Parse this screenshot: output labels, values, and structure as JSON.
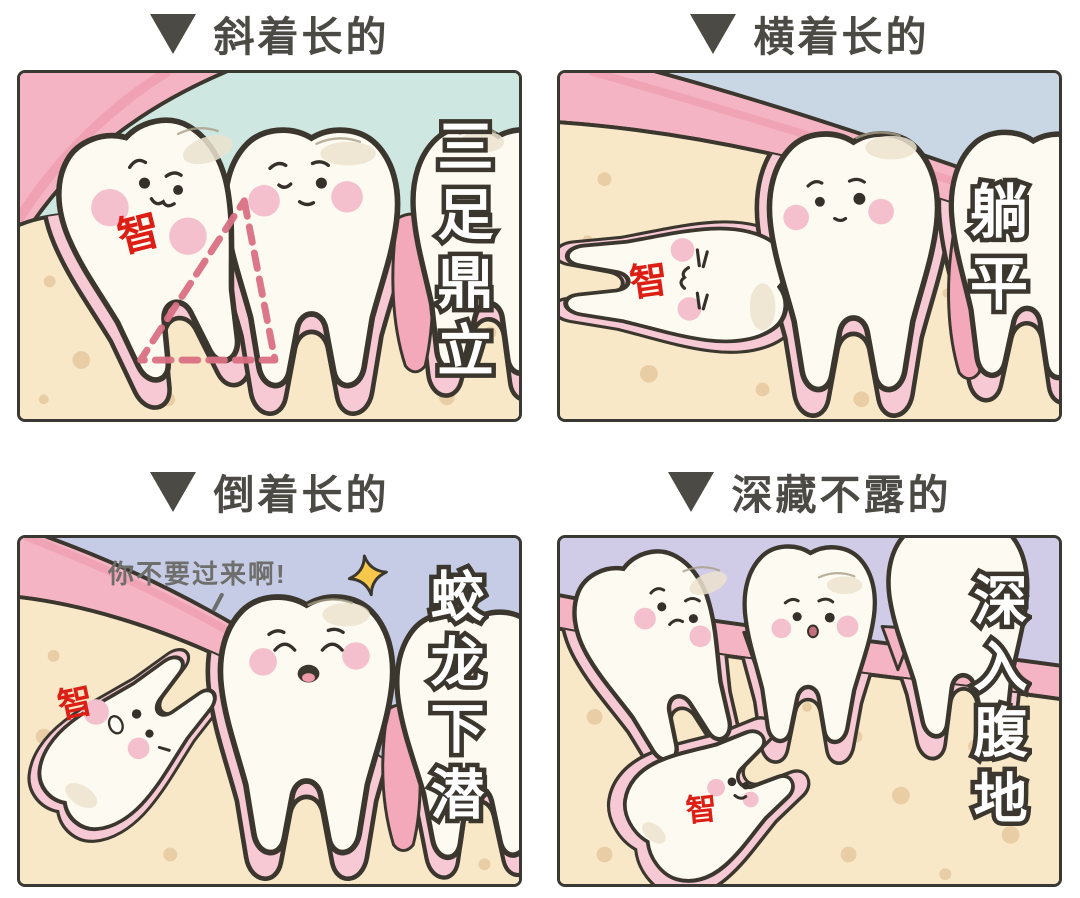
{
  "panels": [
    {
      "id": "slanted",
      "title": "斜着长的",
      "caption": "三足鼎立",
      "wisdom_label": "智",
      "sky": "#cfe7e1"
    },
    {
      "id": "horizontal",
      "title": "横着长的",
      "caption": "躺平",
      "wisdom_label": "智",
      "sky": "#c9d7e5"
    },
    {
      "id": "inverted",
      "title": "倒着长的",
      "caption": "蛟龙下潜",
      "wisdom_label": "智",
      "speech": "你不要过来啊!",
      "sky": "#c6cce5"
    },
    {
      "id": "hidden",
      "title": "深藏不露的",
      "caption": "深入腹地",
      "wisdom_label": "智",
      "sky": "#d0cbe6"
    }
  ],
  "colors": {
    "title_text": "#4b4a45",
    "outline": "#3b372e",
    "tooth": "#fdfaf1",
    "gum_pink": "#f5b4c3",
    "gum_stripe": "#ef9fb2",
    "socket_pink": "#f7c9d4",
    "bone": "#f8e8c7",
    "bone_dot": "#e9cda5",
    "cheek": "#f5c0ce",
    "wisdom_label_red": "#dc1e15",
    "caption_fill": "#ffffff",
    "caption_stroke": "#3b372e",
    "dashed_triangle": "#d97083",
    "sparkle_yellow": "#f7c74b",
    "speech_text": "#6e6e6c"
  }
}
